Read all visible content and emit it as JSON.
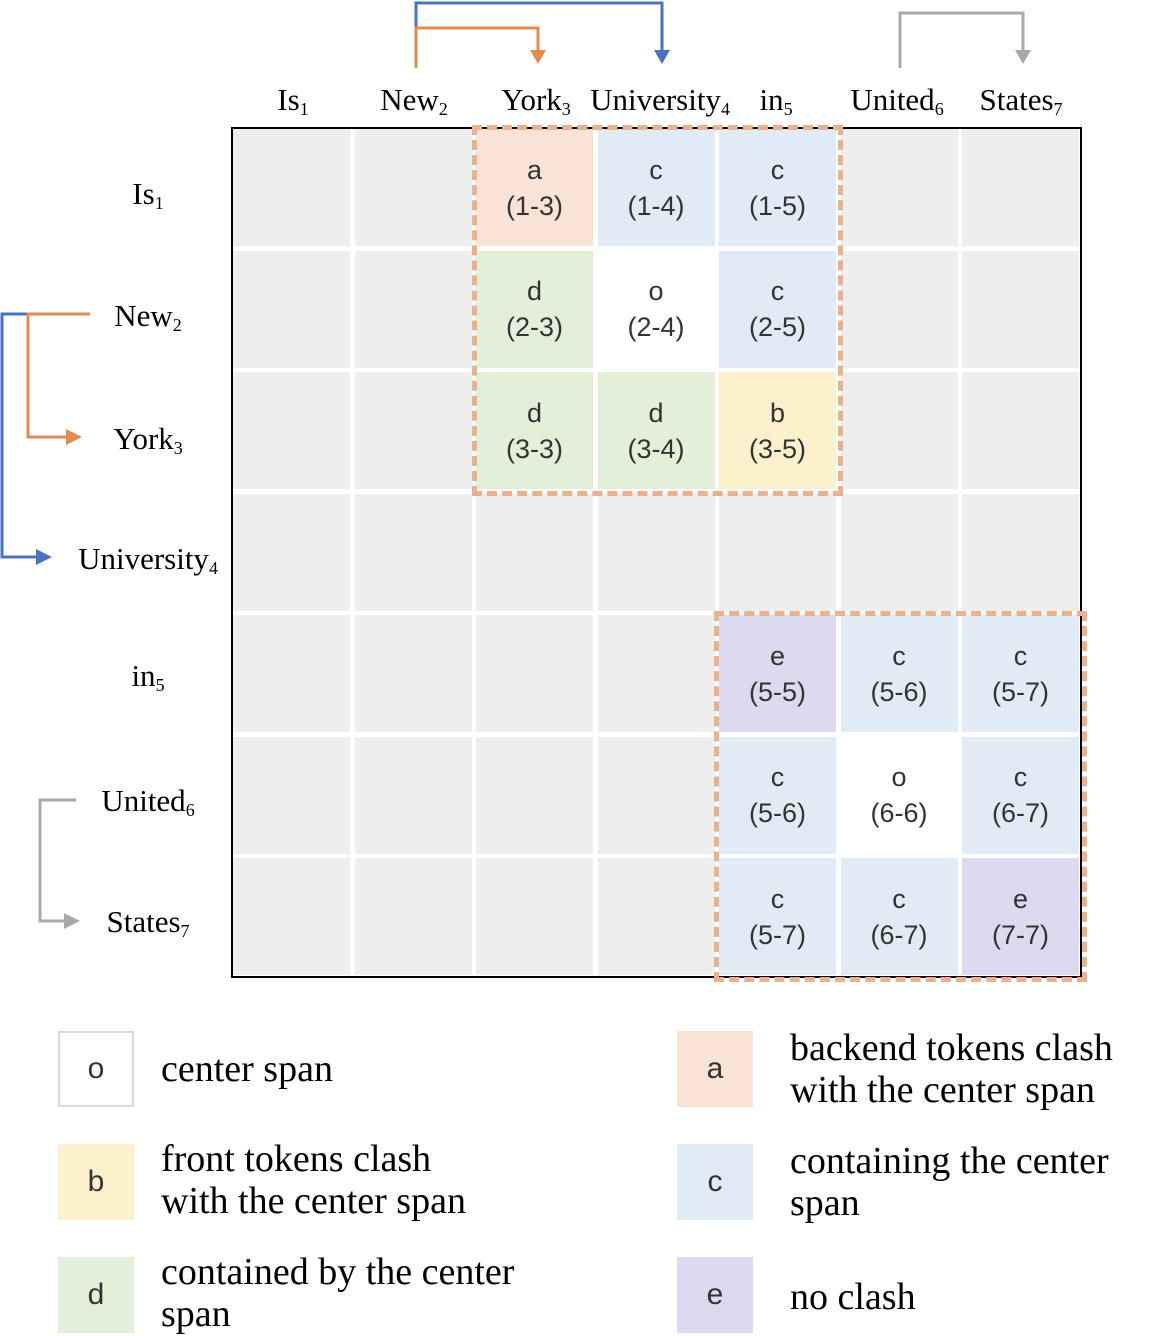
{
  "colors": {
    "a": "#f8e3d6",
    "b": "#fcf1cc",
    "c": "#e1ebf6",
    "d": "#e3efd9",
    "e": "#ddd9ef",
    "o": "#ffffff",
    "empty": "#eeeeee",
    "dashed_border": "#ebb08c",
    "arrow_orange": "#e08c4e",
    "arrow_blue": "#4a72c0",
    "arrow_gray": "#a9a9a9"
  },
  "tokens": [
    {
      "word": "Is",
      "index": "1"
    },
    {
      "word": "New",
      "index": "2"
    },
    {
      "word": "York",
      "index": "3"
    },
    {
      "word": "University",
      "index": "4"
    },
    {
      "word": "in",
      "index": "5"
    },
    {
      "word": "United",
      "index": "6"
    },
    {
      "word": "States",
      "index": "7"
    }
  ],
  "cells": [
    {
      "row": 0,
      "col": 2,
      "label": "a",
      "span": "(1-3)"
    },
    {
      "row": 0,
      "col": 3,
      "label": "c",
      "span": "(1-4)"
    },
    {
      "row": 0,
      "col": 4,
      "label": "c",
      "span": "(1-5)"
    },
    {
      "row": 1,
      "col": 2,
      "label": "d",
      "span": "(2-3)"
    },
    {
      "row": 1,
      "col": 3,
      "label": "o",
      "span": "(2-4)"
    },
    {
      "row": 1,
      "col": 4,
      "label": "c",
      "span": "(2-5)"
    },
    {
      "row": 2,
      "col": 2,
      "label": "d",
      "span": "(3-3)"
    },
    {
      "row": 2,
      "col": 3,
      "label": "d",
      "span": "(3-4)"
    },
    {
      "row": 2,
      "col": 4,
      "label": "b",
      "span": "(3-5)"
    },
    {
      "row": 4,
      "col": 4,
      "label": "e",
      "span": "(5-5)"
    },
    {
      "row": 4,
      "col": 5,
      "label": "c",
      "span": "(5-6)"
    },
    {
      "row": 4,
      "col": 6,
      "label": "c",
      "span": "(5-7)"
    },
    {
      "row": 5,
      "col": 4,
      "label": "c",
      "span": "(5-6)"
    },
    {
      "row": 5,
      "col": 5,
      "label": "o",
      "span": "(6-6)"
    },
    {
      "row": 5,
      "col": 6,
      "label": "c",
      "span": "(6-7)"
    },
    {
      "row": 6,
      "col": 4,
      "label": "c",
      "span": "(5-7)"
    },
    {
      "row": 6,
      "col": 5,
      "label": "c",
      "span": "(6-7)"
    },
    {
      "row": 6,
      "col": 6,
      "label": "e",
      "span": "(7-7)"
    }
  ],
  "legend": [
    {
      "label": "o",
      "lines": [
        "center span"
      ]
    },
    {
      "label": "a",
      "lines": [
        "backend tokens clash",
        "with the center span"
      ]
    },
    {
      "label": "b",
      "lines": [
        "front tokens clash",
        "with the center span"
      ]
    },
    {
      "label": "c",
      "lines": [
        "containing the center",
        "span"
      ]
    },
    {
      "label": "d",
      "lines": [
        "contained by the center",
        "span"
      ]
    },
    {
      "label": "e",
      "lines": [
        "no clash"
      ]
    }
  ]
}
